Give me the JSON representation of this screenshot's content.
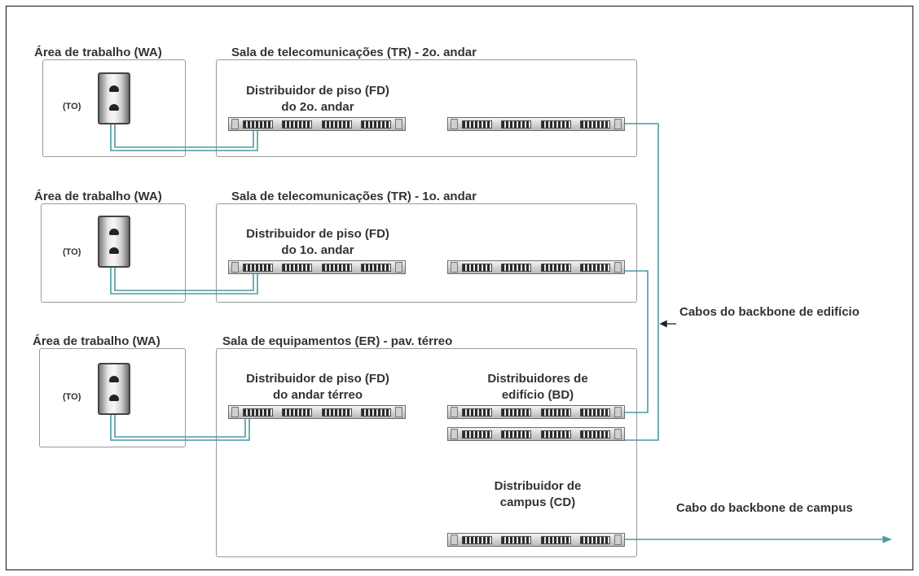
{
  "diagram": {
    "floors": [
      {
        "work_area_label": "Área de trabalho (WA)",
        "outlet_label": "(TO)",
        "room_label": "Sala de telecomunicações (TR) - 2o. andar",
        "fd_label": "Distribuidor de piso (FD)\ndo 2o. andar"
      },
      {
        "work_area_label": "Área de trabalho (WA)",
        "outlet_label": "(TO)",
        "room_label": "Sala de telecomunicações (TR) - 1o. andar",
        "fd_label": "Distribuidor de piso (FD)\ndo 1o. andar"
      },
      {
        "work_area_label": "Área de trabalho (WA)",
        "outlet_label": "(TO)",
        "room_label": "Sala de equipamentos (ER) - pav. térreo",
        "fd_label": "Distribuidor de piso (FD)\ndo andar térreo"
      }
    ],
    "bd_label": "Distribuidores de\nedifício (BD)",
    "cd_label": "Distribuidor de\ncampus (CD)",
    "building_backbone_label": "Cabos do backbone de edifício",
    "campus_backbone_label": "Cabo do backbone de campus",
    "colors": {
      "cable": "#4a9aa5",
      "box_border": "#9a9a9a",
      "text": "#333333"
    }
  }
}
